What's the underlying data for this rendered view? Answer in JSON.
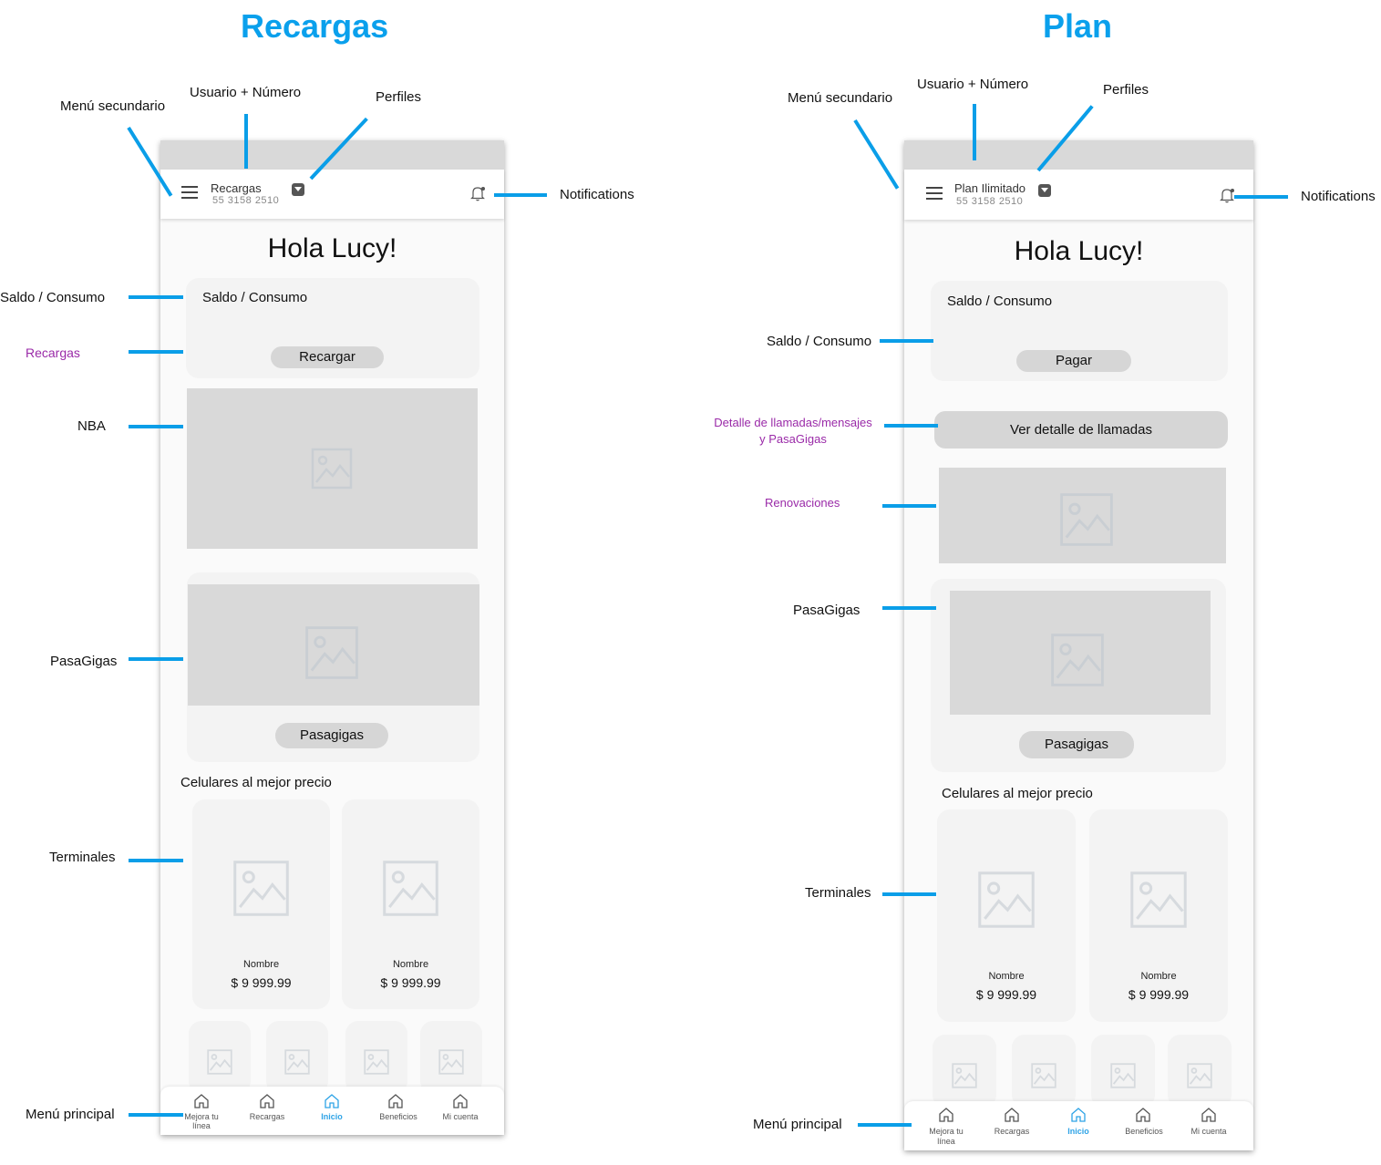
{
  "titles": {
    "left": "Recargas",
    "right": "Plan"
  },
  "annotations": {
    "menu_secundario": "Menú secundario",
    "usuario_numero": "Usuario + Número",
    "perfiles": "Perfiles",
    "notifications": "Notifications",
    "saldo_consumo": "Saldo / Consumo",
    "recargas": "Recargas",
    "nba": "NBA",
    "pasagigas": "PasaGigas",
    "terminales": "Terminales",
    "menu_principal": "Menú principal",
    "detalle_line1": "Detalle de llamadas/mensajes",
    "detalle_line2": "y PasaGigas",
    "renovaciones": "Renovaciones"
  },
  "left_screen": {
    "header_title": "Recargas",
    "header_number": "55 3158 2510",
    "greeting": "Hola Lucy!",
    "saldo_label": "Saldo / Consumo",
    "action_button": "Recargar",
    "pasagigas_button": "Pasagigas",
    "section_title": "Celulares al mejor precio",
    "products": [
      {
        "name": "Nombre",
        "price": "$ 9 999.99"
      },
      {
        "name": "Nombre",
        "price": "$ 9 999.99"
      }
    ]
  },
  "right_screen": {
    "header_title": "Plan Ilimitado",
    "header_number": "55 3158 2510",
    "greeting": "Hola Lucy!",
    "saldo_label": "Saldo / Consumo",
    "action_button": "Pagar",
    "detail_button": "Ver detalle de llamadas",
    "pasagigas_button": "Pasagigas",
    "section_title": "Celulares al mejor precio",
    "products": [
      {
        "name": "Nombre",
        "price": "$ 9 999.99"
      },
      {
        "name": "Nombre",
        "price": "$ 9 999.99"
      }
    ]
  },
  "nav": {
    "item1_line1": "Mejora tu",
    "item1_line2": "línea",
    "item2": "Recargas",
    "item3": "Inicio",
    "item4": "Beneficios",
    "item5": "Mi cuenta"
  },
  "colors": {
    "accent": "#0aa0ec",
    "annotation_purple": "#9a2aa8",
    "placeholder": "#d9d9d9",
    "active_nav": "#2ea3e6"
  },
  "icons": [
    "menu-icon",
    "chevron-down-icon",
    "bell-icon",
    "image-placeholder-icon",
    "home-icon"
  ]
}
